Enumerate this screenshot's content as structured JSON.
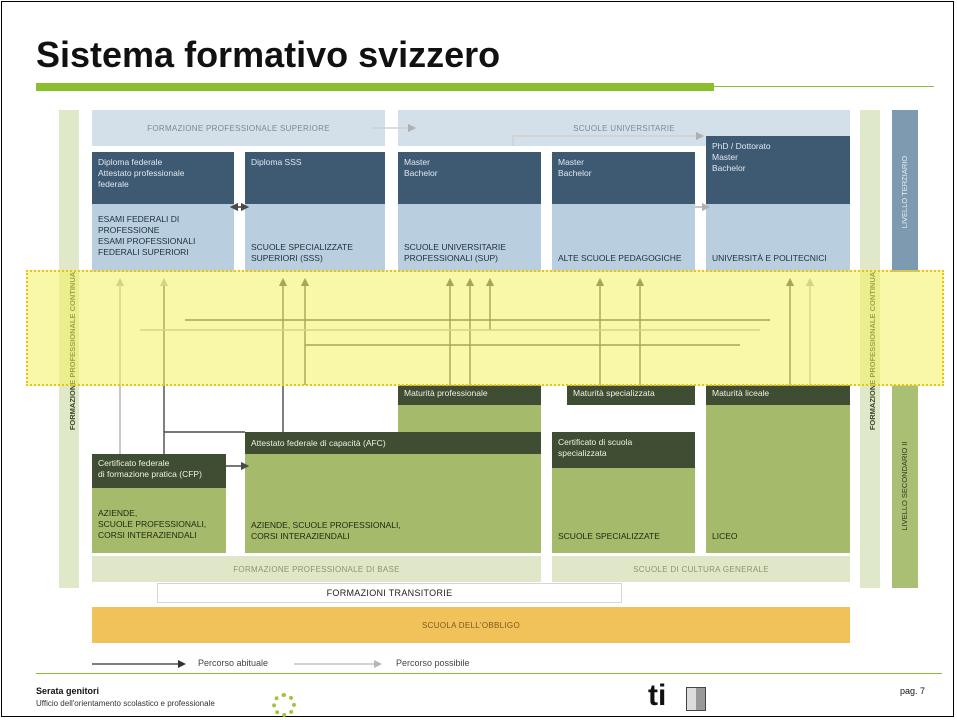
{
  "slide": {
    "title": "Sistema formativo svizzero",
    "page": "pag. 7"
  },
  "footer": {
    "event": "Serata genitori",
    "office": "Ufficio dell'orientamento scolastico e professionale",
    "logo_text": "ti"
  },
  "diagram": {
    "top_headers": {
      "superiore": "FORMAZIONE PROFESSIONALE SUPERIORE",
      "universitarie": "SCUOLE UNIVERSITARIE"
    },
    "side_labels": {
      "left": "FORMAZIONE PROFESSIONALE CONTINUA",
      "right": "FORMAZIONE PROFESSIONALE CONTINUA",
      "terziario": "LIVELLO TERZIARIO",
      "secondario": "LIVELLO SECONDARIO II"
    },
    "tertiary": [
      {
        "top": "Diploma federale\nAttestato professionale\nfederale",
        "bottom": "ESAMI FEDERALI DI\nPROFESSIONE\nESAMI PROFESSIONALI\nFEDERALI SUPERIORI"
      },
      {
        "top": "Diploma SSS",
        "bottom": "SCUOLE SPECIALIZZATE\nSUPERIORI (SSS)"
      },
      {
        "top": "Master\nBachelor",
        "bottom": "SCUOLE UNIVERSITARIE\nPROFESSIONALI (SUP)"
      },
      {
        "top": "Master\nBachelor",
        "bottom": "ALTE SCUOLE PEDAGOGICHE"
      },
      {
        "top": "PhD / Dottorato\nMaster\nBachelor",
        "bottom": "UNIVERSITÀ E POLITECNICI"
      }
    ],
    "secondary": {
      "maturita_professionale": "Maturità professionale",
      "maturita_specializzata": "Maturità specializzata",
      "maturita_liceale": "Maturità liceale",
      "afc": "Attestato federale di capacità (AFC)",
      "cfp": "Certificato federale\ndi formazione pratica (CFP)",
      "certificato_scuola": "Certificato di scuola\nspecializzata",
      "aziende1": "AZIENDE,\nSCUOLE PROFESSIONALI,\nCORSI INTERAZIENDALI",
      "aziende2": "AZIENDE, SCUOLE PROFESSIONALI,\nCORSI INTERAZIENDALI",
      "scuole_specializzate": "SCUOLE SPECIALIZZATE",
      "liceo": "LICEO"
    },
    "bottom": {
      "base": "FORMAZIONE PROFESSIONALE DI BASE",
      "cultura": "SCUOLE DI CULTURA GENERALE",
      "transitorie": "FORMAZIONI TRANSITORIE",
      "obbligo": "SCUOLA DELL'OBBLIGO"
    },
    "legend": {
      "abituale": "Percorso abituale",
      "possibile": "Percorso possibile"
    }
  },
  "colors": {
    "accent_green": "#8cbf2f",
    "highlight_yellow": "#f3f25c",
    "highlight_border": "#e8c21a"
  }
}
